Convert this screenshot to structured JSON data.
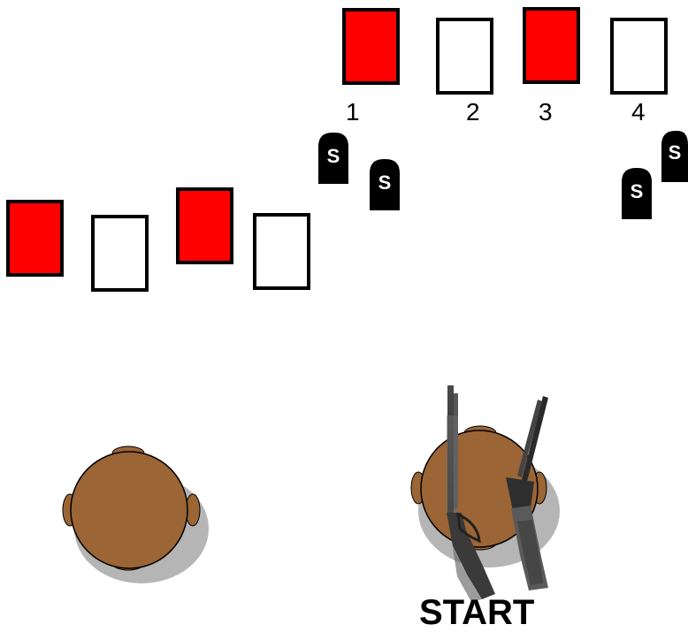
{
  "stage_name": "",
  "colors": {
    "red_target": "#ff0000",
    "white_target": "#ffffff",
    "outline": "#000000",
    "table": "#9b6535",
    "table_shadow": "#b5b5b5",
    "popper": "#000000"
  },
  "target_row_top": {
    "numbers": [
      "1",
      "2",
      "3",
      "4"
    ],
    "fills": [
      "red",
      "white",
      "red",
      "white"
    ]
  },
  "target_row_left": {
    "fills": [
      "red",
      "white",
      "red",
      "white"
    ]
  },
  "steel_popper_label": "S",
  "steel_popper_count": 4,
  "tables": 2,
  "firearms_on_table": [
    "rifle",
    "shotgun"
  ],
  "start_label": "START"
}
